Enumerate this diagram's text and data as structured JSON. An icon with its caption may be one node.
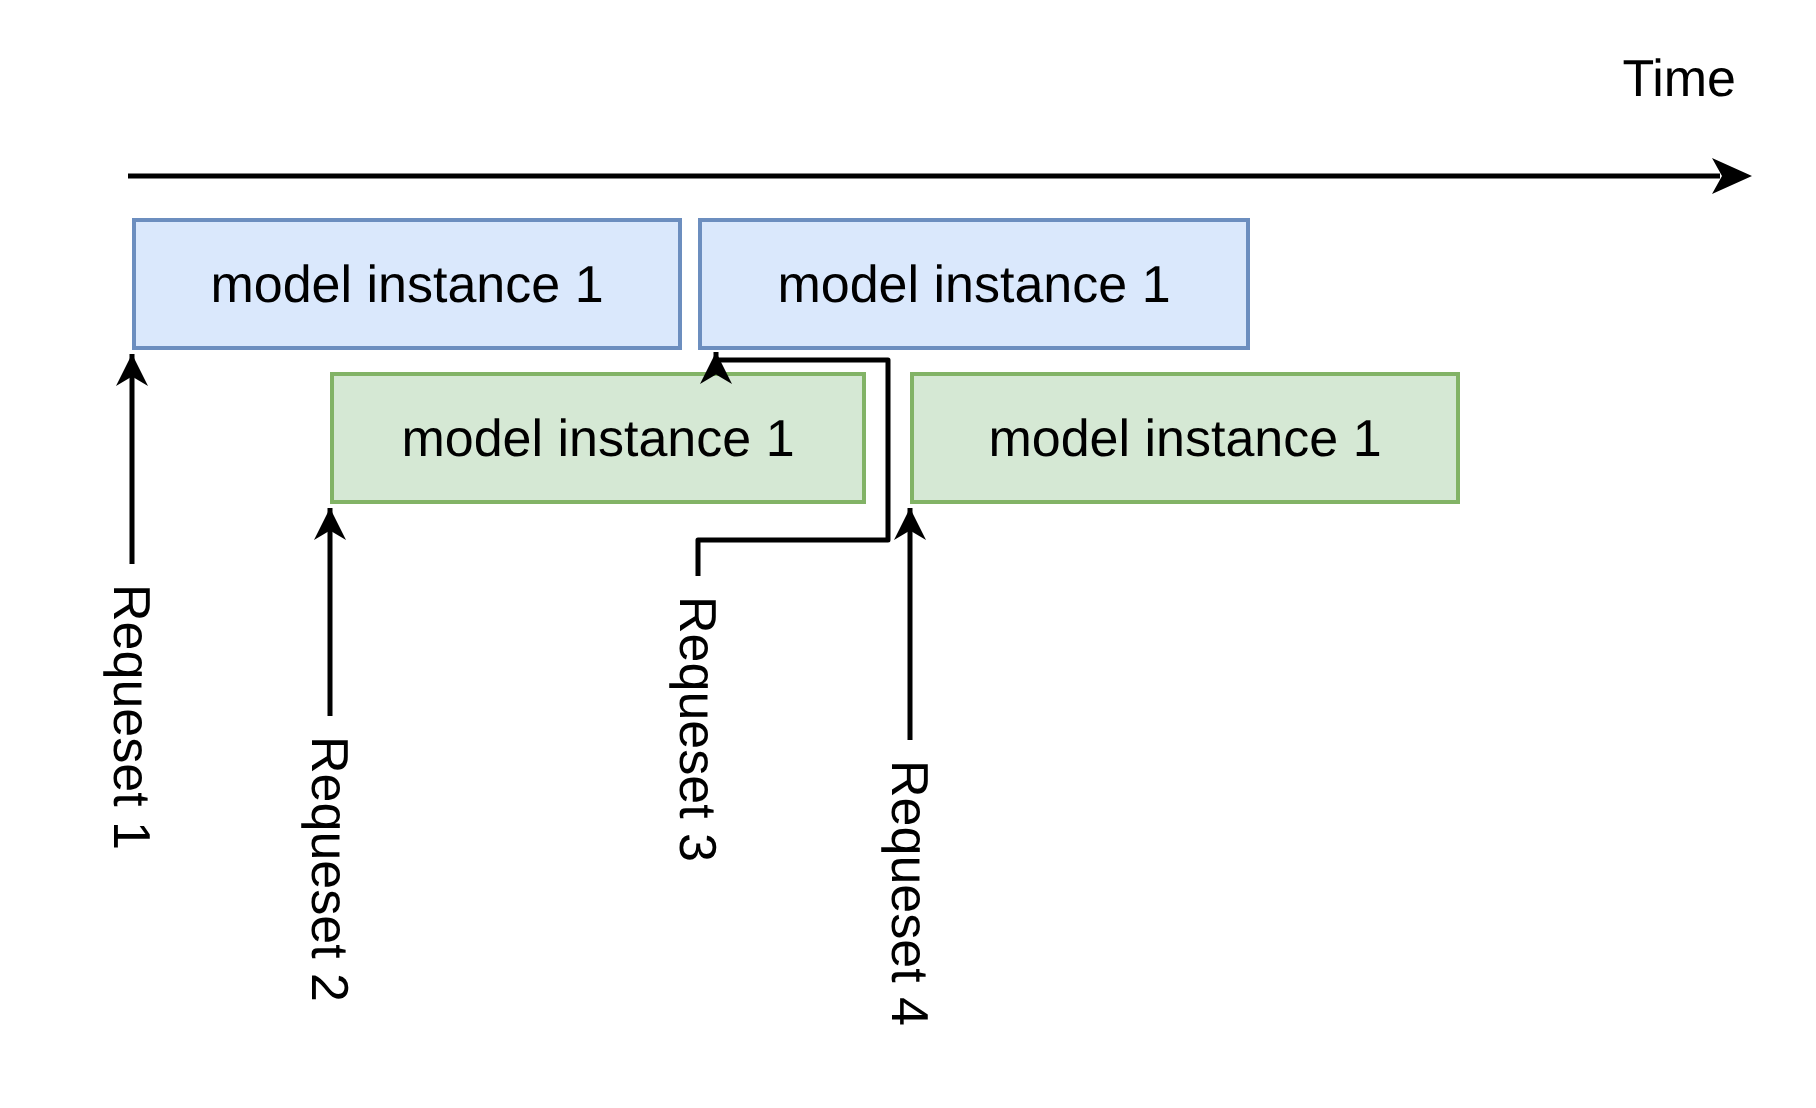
{
  "diagram": {
    "nodes": [
      {
        "text": [
          "model instance 1"
        ]
      },
      {
        "text": [
          "model instance 1"
        ]
      },
      {
        "text": [
          "model instance 1"
        ]
      },
      {
        "text": [
          "model instance 1"
        ]
      },
      {
        "text": [
          "Requeset 1"
        ]
      },
      {
        "text": [
          "Requeset 2"
        ]
      },
      {
        "text": [
          "Requeset 3"
        ]
      },
      {
        "text": [
          "Requeset 4"
        ]
      }
    ],
    "edges": [
      {
        "from": 4,
        "to": 0,
        "arrow": "to"
      },
      {
        "from": 5,
        "to": 2,
        "arrow": "to"
      },
      {
        "from": 6,
        "to": 1,
        "arrow": "to"
      },
      {
        "from": 7,
        "to": 3,
        "arrow": "to"
      }
    ],
    "labels": [
      "Time"
    ]
  }
}
